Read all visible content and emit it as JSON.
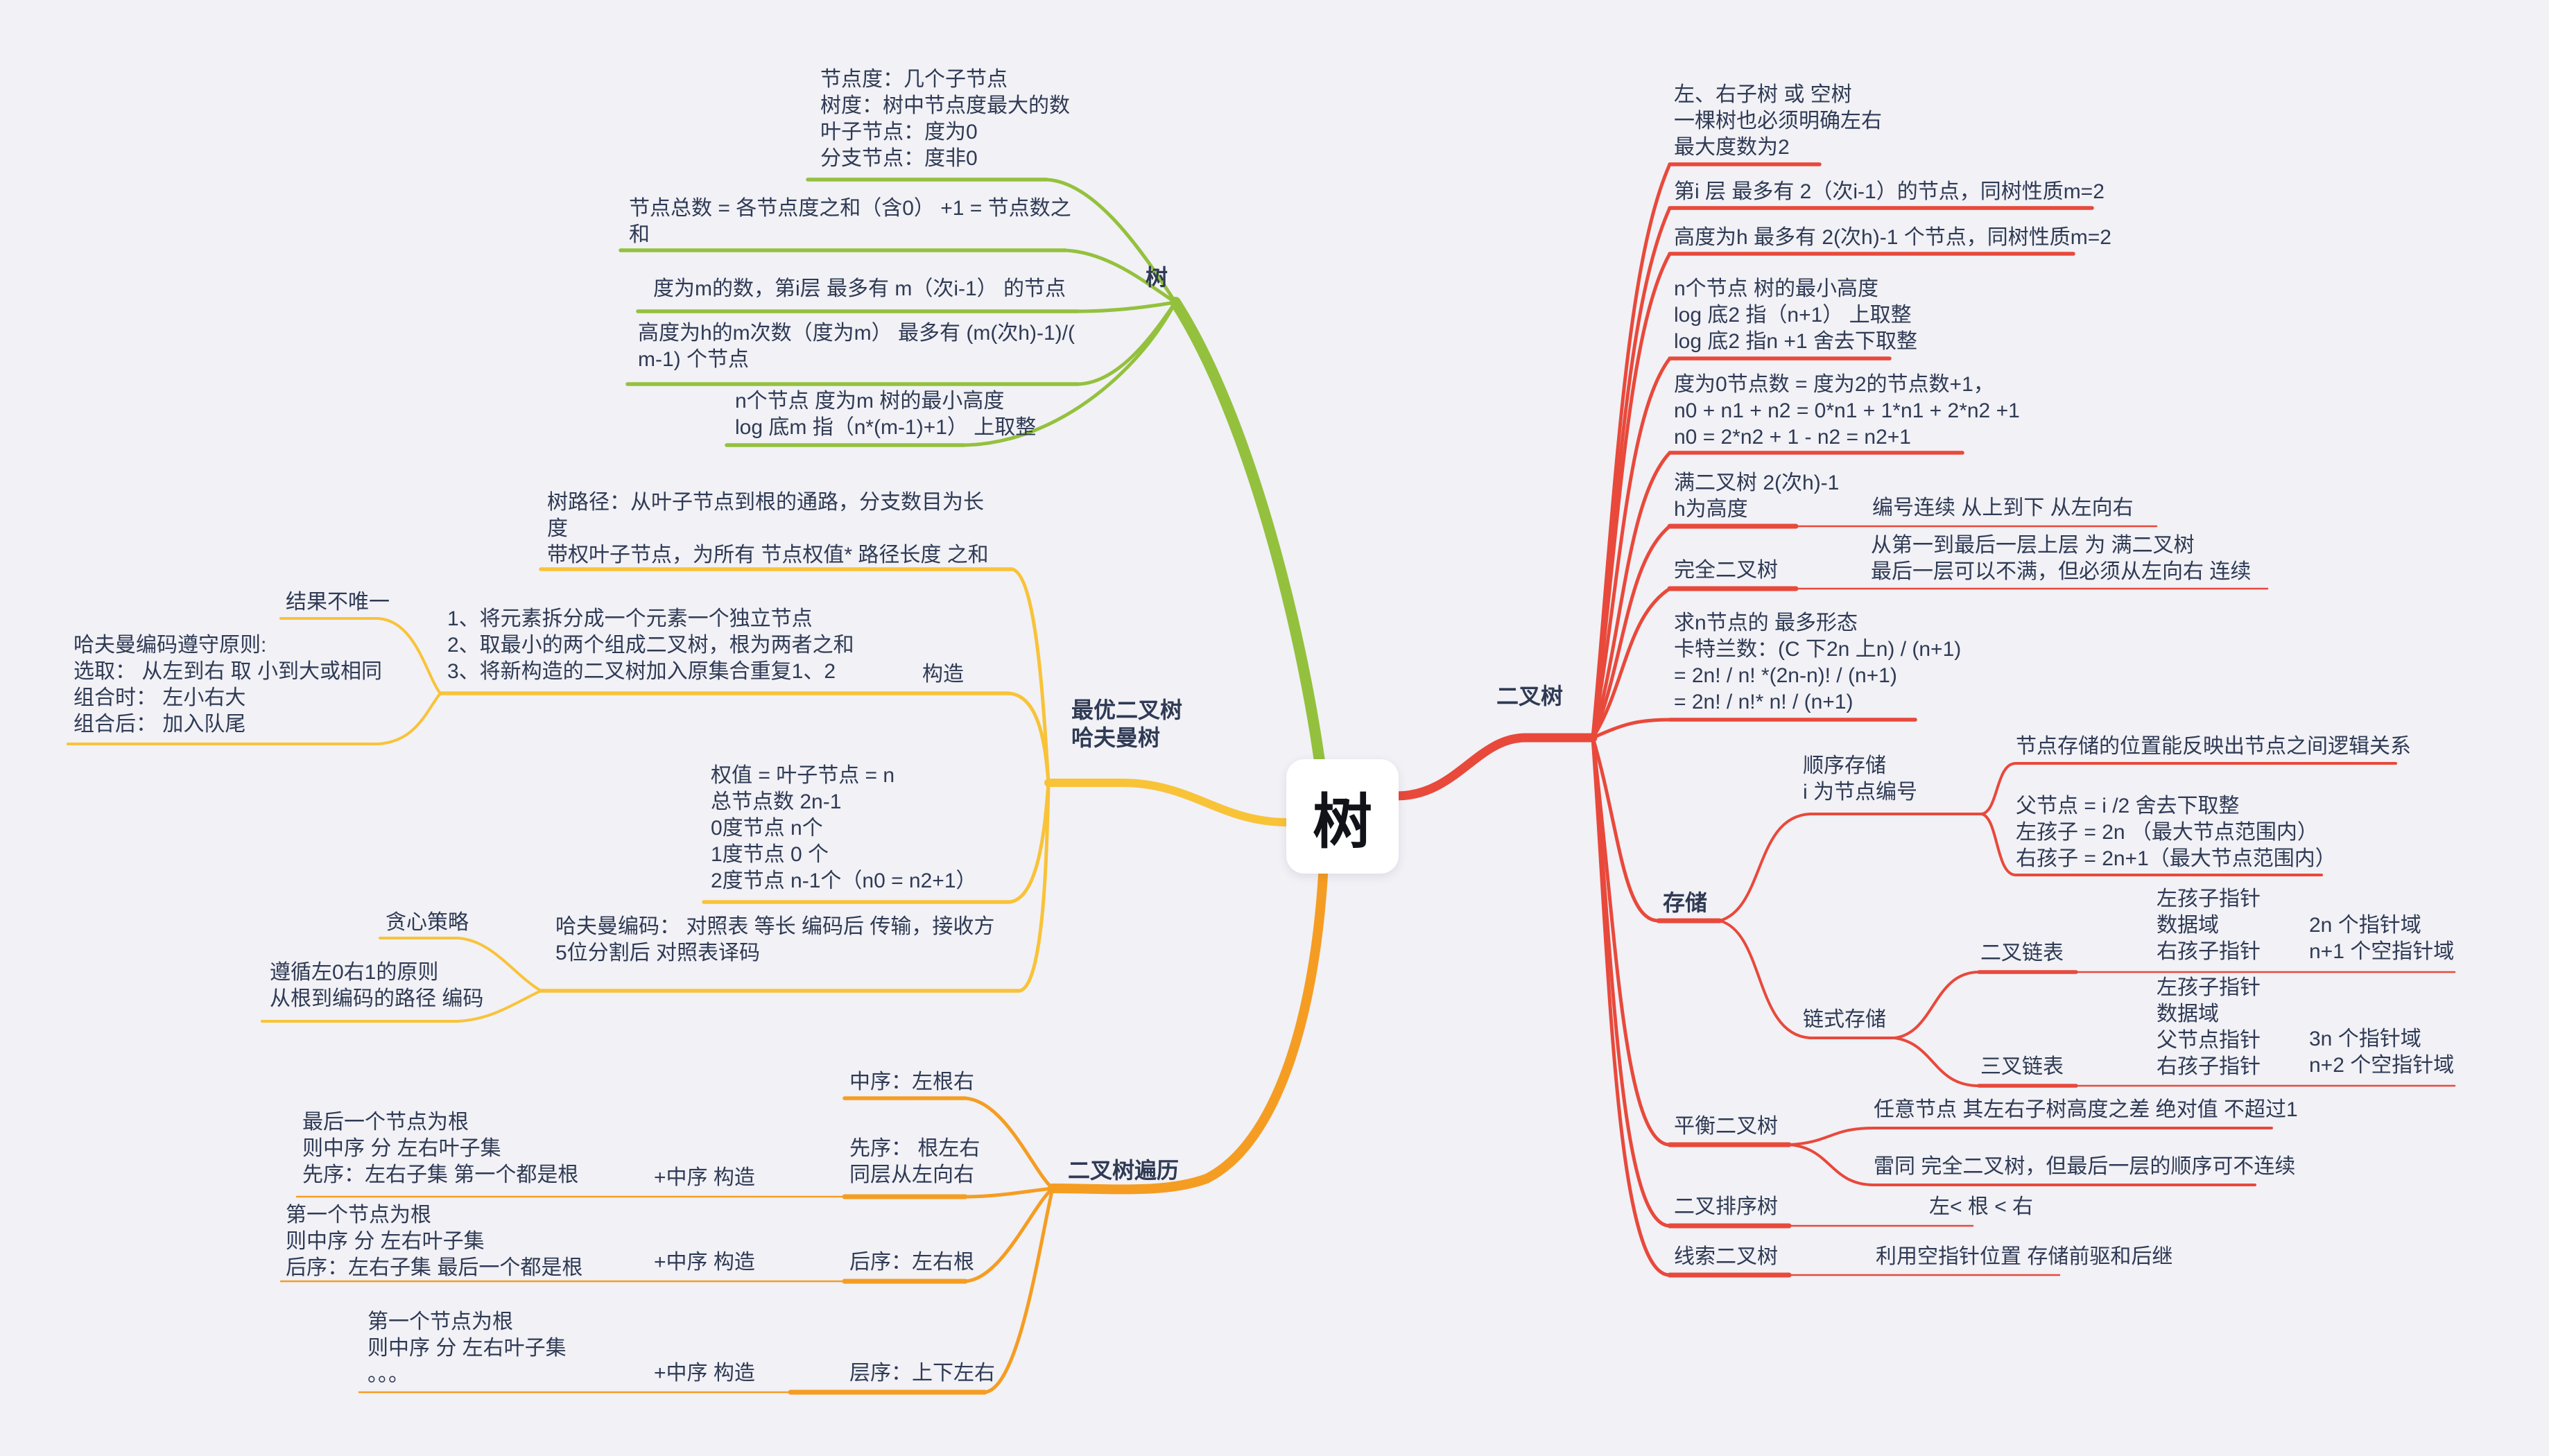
{
  "colors": {
    "background": "#f1f1f6",
    "text": "#2f3a54",
    "branch_green": "#94c13d",
    "branch_red": "#e8493b",
    "branch_yellow": "#f9c338",
    "branch_orange": "#f59d22",
    "root_bg": "#ffffff"
  },
  "root": {
    "label": "树"
  },
  "tree": {
    "label": "树",
    "degree": "节点度：几个子节点\n树度：树中节点度最大的数\n叶子节点：度为0\n分支节点：度非0",
    "total": "节点总数 = 各节点度之和（含0） +1 = 节点数之\n和",
    "layer": "度为m的数，第i层 最多有 m（次i-1） 的节点",
    "height": "高度为h的m次数（度为m） 最多有 (m(次h)-1)/(\nm-1) 个节点",
    "min_height": "n个节点 度为m 树的最小高度\nlog 底m 指（n*(m-1)+1） 上取整"
  },
  "binary": {
    "label": "二叉树",
    "definition": "左、右子树 或 空树\n一棵树也必须明确左右\n最大度数为2",
    "layer": "第i 层 最多有 2（次i-1）的节点，同树性质m=2",
    "height": "高度为h 最多有 2(次h)-1 个节点，同树性质m=2",
    "min_height": "n个节点 树的最小高度\nlog 底2 指（n+1） 上取整\nlog 底2 指n +1 舍去下取整",
    "n0": "度为0节点数 = 度为2的节点数+1，\nn0 + n1 + n2 = 0*n1 + 1*n1 + 2*n2 +1\nn0 = 2*n2 + 1 - n2 = n2+1",
    "full": "满二叉树  2(次h)-1\nh为高度",
    "full_note": "编号连续 从上到下 从左向右",
    "complete": "完全二叉树",
    "complete_note": "从第一到最后一层上层 为 满二叉树\n最后一层可以不满，但必须从左向右 连续",
    "catalan": "求n节点的 最多形态\n卡特兰数：(C 下2n 上n) / (n+1)\n= 2n! / n! *(2n-n)! / (n+1)\n= 2n! / n!* n! / (n+1)",
    "storage": {
      "label": "存储",
      "sequential": "顺序存储\ni 为节点编号",
      "sequential_note": "节点存储的位置能反映出节点之间逻辑关系",
      "sequential_formula": "父节点 = i /2 舍去下取整\n左孩子 = 2n （最大节点范围内）\n右孩子 = 2n+1（最大节点范围内）",
      "linked": "链式存储",
      "binary_list": "二叉链表",
      "binary_list_fields": "左孩子指针\n数据域\n右孩子指针",
      "binary_list_count": "2n 个指针域\nn+1 个空指针域",
      "triple_list": "三叉链表",
      "triple_list_fields": "左孩子指针\n数据域\n父节点指针\n右孩子指针",
      "triple_list_count": "3n 个指针域\nn+2 个空指针域"
    },
    "avl": {
      "label": "平衡二叉树",
      "note1": "任意节点 其左右子树高度之差 绝对值 不超过1",
      "note2": "雷同 完全二叉树，但最后一层的顺序可不连续"
    },
    "bst": {
      "label": "二叉排序树",
      "note": "左< 根 < 右"
    },
    "threaded": {
      "label": "线索二叉树",
      "note": "利用空指针位置 存储前驱和后继"
    }
  },
  "huffman": {
    "label": "最优二叉树\n哈夫曼树",
    "path": "树路径：从叶子节点到根的通路，分支数目为长\n度\n带权叶子节点，为所有 节点权值* 路径长度 之和",
    "steps": "1、将元素拆分成一个元素一个独立节点\n2、取最小的两个组成二叉树，根为两者之和\n3、将新构造的二叉树加入原集合重复1、2",
    "build": "构造",
    "unique": "结果不唯一",
    "rules": "哈夫曼编码遵守原则:\n选取： 从左到右 取 小到大或相同\n组合时： 左小右大\n组合后： 加入队尾",
    "weights": "权值 = 叶子节点 = n\n总节点数 2n-1\n0度节点 n个\n1度节点 0 个\n2度节点 n-1个（n0 = n2+1）",
    "coding": "哈夫曼编码： 对照表 等长 编码后 传输，接收方\n5位分割后 对照表译码",
    "greedy": "贪心策略",
    "principle": "遵循左0右1的原则\n从根到编码的路径 编码"
  },
  "traversal": {
    "label": "二叉树遍历",
    "inorder": "中序：左根右",
    "preorder": "先序： 根左右\n同层从左向右",
    "preorder_note": "最后一个节点为根\n则中序 分 左右叶子集\n先序：左右子集 第一个都是根",
    "preorder_plus": "+中序 构造",
    "postorder": "后序：左右根",
    "postorder_note": "第一个节点为根\n则中序 分 左右叶子集\n后序：左右子集 最后一个都是根",
    "postorder_plus": "+中序 构造",
    "levelorder": "层序：上下左右",
    "levelorder_note": "第一个节点为根\n则中序 分 左右叶子集\n。。。",
    "levelorder_plus": "+中序 构造"
  }
}
